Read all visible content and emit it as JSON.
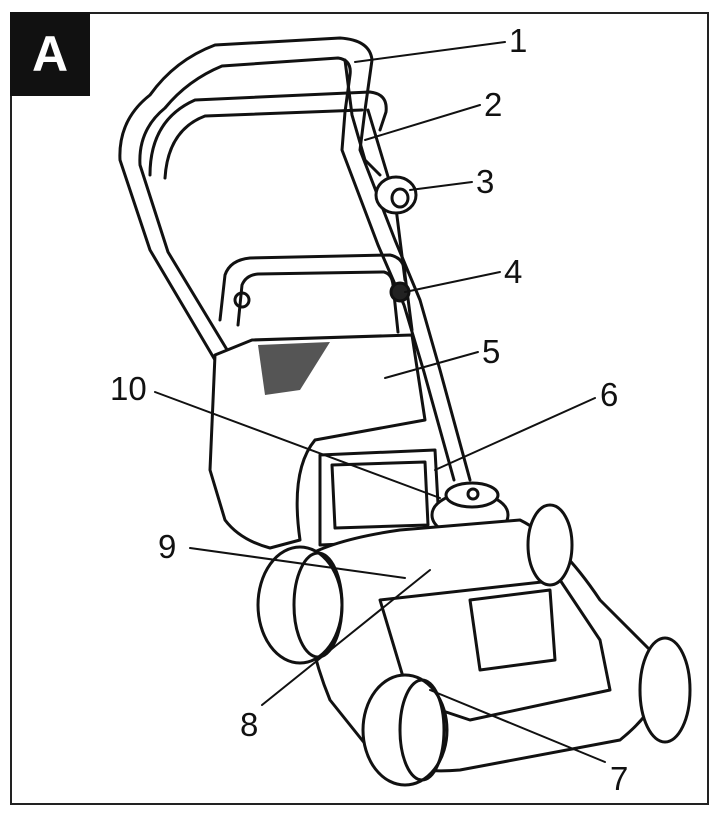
{
  "figure": {
    "badge": "A",
    "callouts": [
      {
        "id": "1",
        "label": "1"
      },
      {
        "id": "2",
        "label": "2"
      },
      {
        "id": "3",
        "label": "3"
      },
      {
        "id": "4",
        "label": "4"
      },
      {
        "id": "5",
        "label": "5"
      },
      {
        "id": "6",
        "label": "6"
      },
      {
        "id": "7",
        "label": "7"
      },
      {
        "id": "8",
        "label": "8"
      },
      {
        "id": "9",
        "label": "9"
      },
      {
        "id": "10",
        "label": "10"
      }
    ]
  },
  "colors": {
    "ink": "#111111",
    "paper": "#ffffff"
  }
}
